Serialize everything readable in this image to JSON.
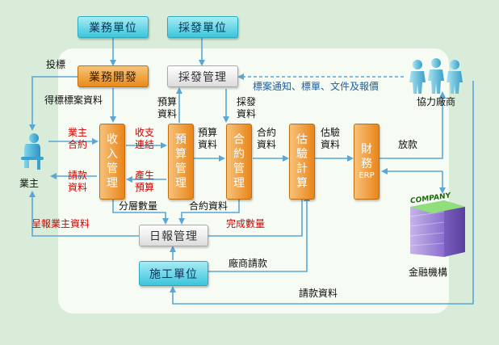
{
  "colors": {
    "flow": "#5aa7d6",
    "red_text": "#d40000",
    "blue_text": "#1e5fa0"
  },
  "boxes": {
    "yewu_unit": "業務單位",
    "purchase_unit": "採發單位",
    "yewu_dev": "業務開發",
    "purchase_mgmt": "採發管理",
    "daily_mgmt": "日報管理",
    "construction": "施工單位"
  },
  "vboxes": {
    "income": "收入管理",
    "budget": "預算管理",
    "contract": "合約管理",
    "estimate": "估驗計算",
    "finance": "財務ERP"
  },
  "actors": {
    "owner": "業主",
    "partner": "協力廠商",
    "bank": "金融機構",
    "company": "COMPANY"
  },
  "labels": {
    "bid": "投標",
    "got_bid": "得標標案資料",
    "owner_contract": "業主\n合約",
    "bill_data_left": "請款\n資料",
    "pay_link": "收支\n連結",
    "gen_budget": "產生\n預算",
    "budget_data_1": "預算\n資料",
    "budget_data_2": "預算\n資料",
    "purchase_data": "採發\n資料",
    "contract_data_1": "合約\n資料",
    "estimate_data": "估驗\n資料",
    "loan": "放款",
    "notice": "標案通知、標單、文件及報價",
    "layer_qty": "分層數量",
    "contract_data_2": "合約資料",
    "report_owner": "呈報業主資料",
    "done_qty": "完成數量",
    "vendor_bill": "廠商請款",
    "bill_data_bottom": "請款資料"
  }
}
